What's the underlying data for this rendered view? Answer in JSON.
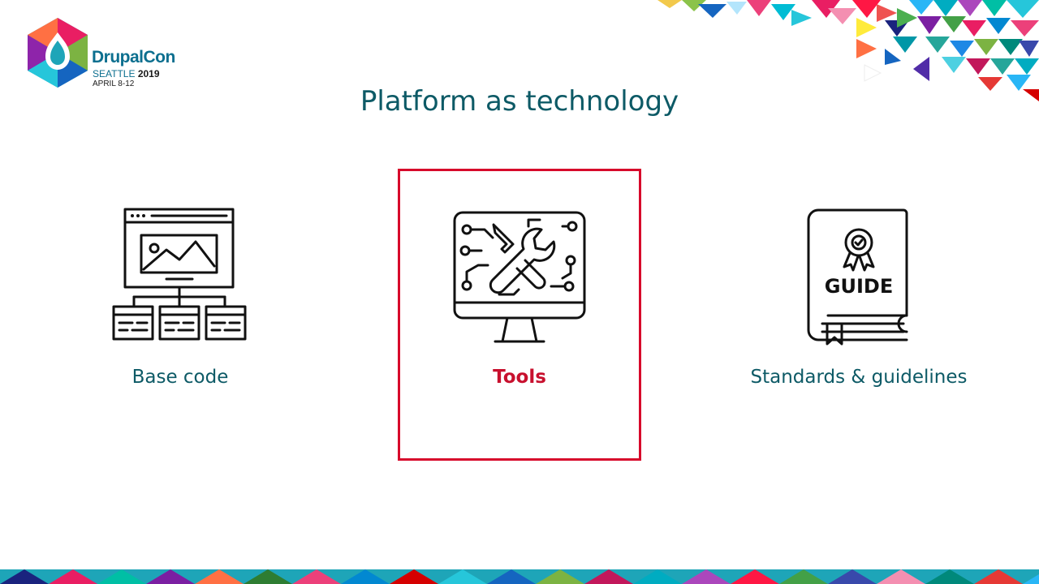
{
  "logo": {
    "name": "DrupalCon",
    "city": "SEATTLE",
    "year": "2019",
    "dates": "APRIL 8-12"
  },
  "slide": {
    "title": "Platform as technology"
  },
  "items": [
    {
      "label": "Base code",
      "icon": "website-sitemap-icon",
      "selected": false
    },
    {
      "label": "Tools",
      "icon": "monitor-wrench-circuit-icon",
      "selected": true
    },
    {
      "label": "Standards & guidelines",
      "icon": "guide-book-icon",
      "selected": false
    }
  ],
  "colors": {
    "title": "#0d5a66",
    "accent": "#d7092b",
    "brand": "#0c6f8f"
  }
}
